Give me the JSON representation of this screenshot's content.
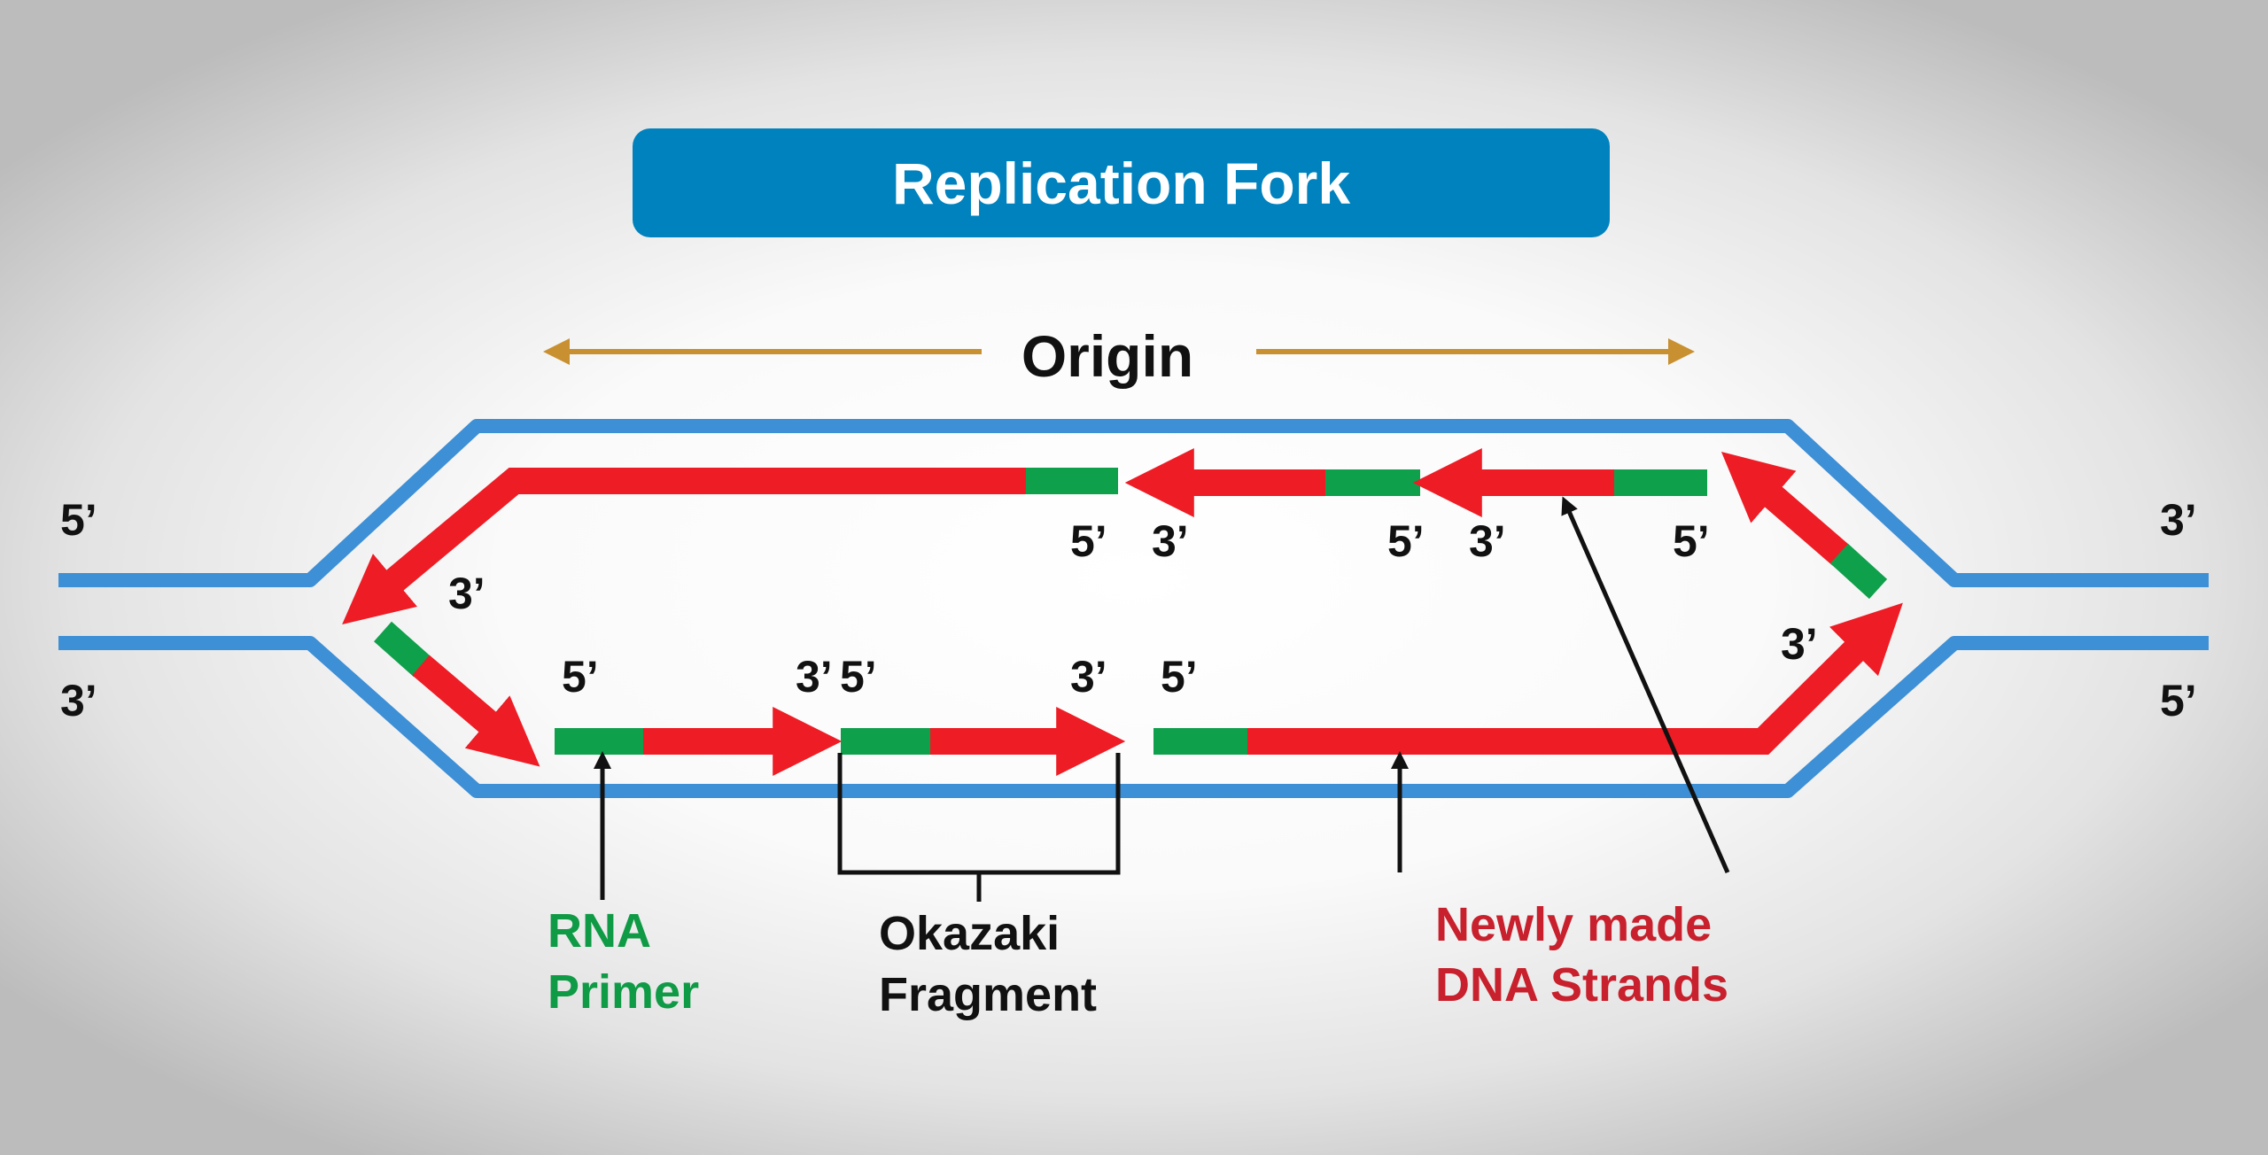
{
  "title": "Replication Fork",
  "origin_label": "Origin",
  "end_labels": {
    "left_top": "5’",
    "left_bottom": "3’",
    "right_top": "3’",
    "right_bottom": "5’"
  },
  "upper_strand_labels": {
    "leading_3": "3’",
    "frag1_5": "5’",
    "frag2_3": "3’",
    "frag2_5": "5’",
    "frag3_3": "3’",
    "frag3_5": "5’"
  },
  "lower_strand_labels": {
    "frag1_5": "5’",
    "frag1_3": "3’",
    "frag2_5": "5’",
    "frag2_3": "3’",
    "leading_5": "5’",
    "leading_3": "3’"
  },
  "captions": {
    "rna_primer": [
      "RNA",
      "Primer"
    ],
    "okazaki_fragment": [
      "Okazaki",
      "Fragment"
    ],
    "new_strands": [
      "Newly made",
      "DNA Strands"
    ]
  },
  "colors": {
    "parent_strand": "#3d8fd6",
    "new_strand": "#ee1c25",
    "rna_primer": "#0fa04b",
    "origin_arrow": "#c89030",
    "banner": "#0082be",
    "new_strand_caption": "#c8202c",
    "rna_primer_caption": "#0f9a45"
  }
}
